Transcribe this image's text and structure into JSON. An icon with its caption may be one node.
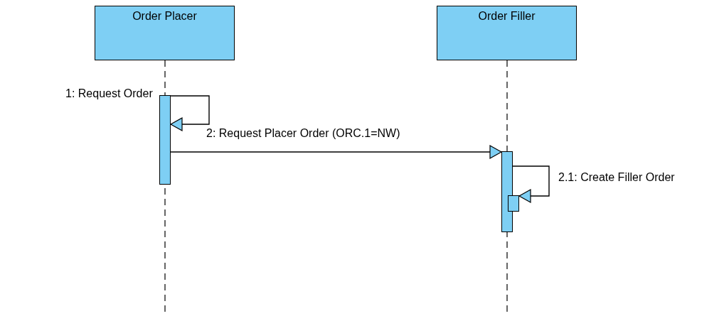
{
  "diagram": {
    "nodes": [
      {
        "text": [
          "Order Placer"
        ]
      },
      {
        "text": [
          "Order Filler"
        ]
      },
      {
        "text": [],
        "shape": "bar"
      },
      {
        "text": [],
        "shape": "bar"
      },
      {
        "text": [],
        "shape": "bar"
      }
    ],
    "edges": [
      {
        "from": 2,
        "to": 2,
        "arrow": "to",
        "label": "1: Request Order"
      },
      {
        "from": 2,
        "to": 3,
        "arrow": "to",
        "label": "2: Request Placer Order (ORC.1=NW)"
      },
      {
        "from": 3,
        "to": 4,
        "arrow": "to",
        "label": "2.1: Create Filler Order"
      }
    ]
  }
}
